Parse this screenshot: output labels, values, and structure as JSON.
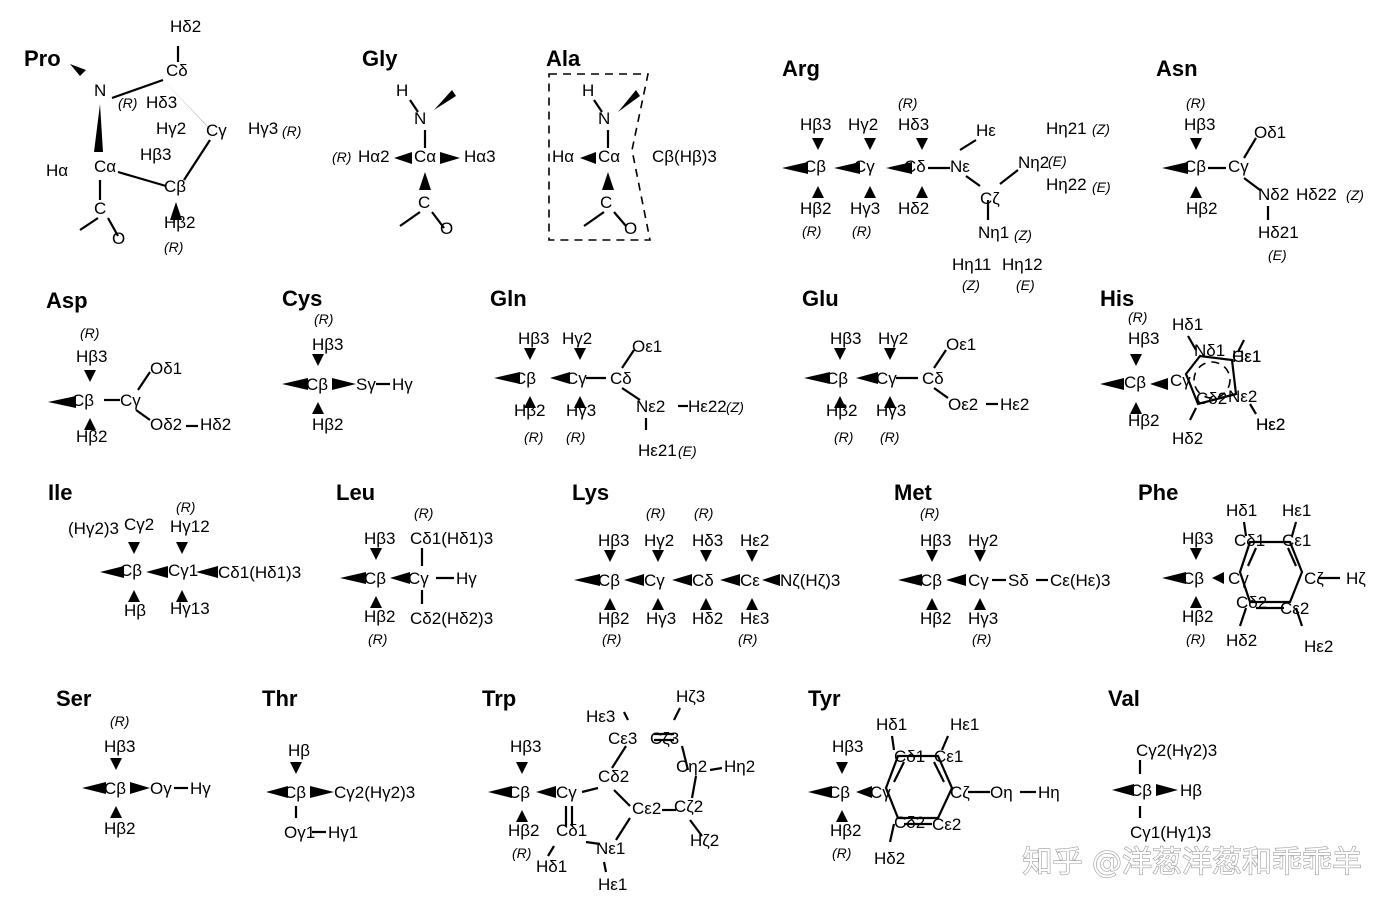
{
  "residues": [
    {
      "key": "pro",
      "name": "Pro",
      "atoms": [
        "Hδ2",
        "Cδ",
        "Hδ3",
        "N",
        "Hγ2",
        "Cγ",
        "Hγ3",
        "Hα",
        "Cα",
        "Hβ3",
        "Cβ",
        "C",
        "O",
        "Hβ2"
      ],
      "configs": [
        "(R)",
        "(R)",
        "(R)"
      ]
    },
    {
      "key": "gly",
      "name": "Gly",
      "atoms": [
        "H",
        "N",
        "Hα2",
        "Cα",
        "Hα3",
        "C",
        "O"
      ],
      "configs": [
        "(R)"
      ]
    },
    {
      "key": "ala",
      "name": "Ala",
      "atoms": [
        "H",
        "N",
        "Hα",
        "Cα",
        "Cβ(Hβ)3",
        "C",
        "O"
      ],
      "configs": []
    },
    {
      "key": "arg",
      "name": "Arg",
      "atoms": [
        "Hβ3",
        "Hγ2",
        "Hδ3",
        "Hε",
        "Hη21",
        "Cβ",
        "Cγ",
        "Cδ",
        "Nε",
        "Cζ",
        "Nη2",
        "Hη22",
        "Hβ2",
        "Hγ3",
        "Hδ2",
        "Nη1",
        "Hη11",
        "Hη12"
      ],
      "configs": [
        "(R)",
        "(Z)",
        "(E)",
        "(E)",
        "(R)",
        "(R)",
        "(Z)",
        "(Z)",
        "(E)"
      ]
    },
    {
      "key": "asn",
      "name": "Asn",
      "atoms": [
        "Hβ3",
        "Oδ1",
        "Cβ",
        "Cγ",
        "Nδ2",
        "Hδ22",
        "Hβ2",
        "Hδ21"
      ],
      "configs": [
        "(R)",
        "(Z)",
        "(E)"
      ]
    },
    {
      "key": "asp",
      "name": "Asp",
      "atoms": [
        "Hβ3",
        "Oδ1",
        "Cβ",
        "Cγ",
        "Hβ2",
        "Oδ2",
        "Hδ2"
      ],
      "configs": [
        "(R)"
      ]
    },
    {
      "key": "cys",
      "name": "Cys",
      "atoms": [
        "Hβ3",
        "Cβ",
        "Sγ",
        "Hγ",
        "Hβ2"
      ],
      "configs": [
        "(R)"
      ]
    },
    {
      "key": "gln",
      "name": "Gln",
      "atoms": [
        "Hβ3",
        "Hγ2",
        "Oε1",
        "Cβ",
        "Cγ",
        "Cδ",
        "Nε2",
        "Hε22",
        "Hβ2",
        "Hγ3",
        "Hε21"
      ],
      "configs": [
        "(Z)",
        "(R)",
        "(R)",
        "(E)"
      ]
    },
    {
      "key": "glu",
      "name": "Glu",
      "atoms": [
        "Hβ3",
        "Hγ2",
        "Oε1",
        "Cβ",
        "Cγ",
        "Cδ",
        "Oε2",
        "Hε2",
        "Hβ2",
        "Hγ3"
      ],
      "configs": [
        "(R)",
        "(R)"
      ]
    },
    {
      "key": "his",
      "name": "His",
      "atoms": [
        "Hβ3",
        "Hδ1",
        "Nδ1",
        "Hε1",
        "Cβ",
        "Cγ",
        "Cε1",
        "Nε2",
        "Hε2",
        "Hβ2",
        "Cδ2",
        "Hδ2",
        "Hε2"
      ],
      "configs": [
        "(R)"
      ]
    },
    {
      "key": "ile",
      "name": "Ile",
      "atoms": [
        "(Hγ2)3",
        "Cγ2",
        "Hγ12",
        "Cβ",
        "Cγ1",
        "Cδ1(Hδ1)3",
        "Hβ",
        "Hγ13"
      ],
      "configs": [
        "(R)"
      ]
    },
    {
      "key": "leu",
      "name": "Leu",
      "atoms": [
        "Hβ3",
        "Cδ1(Hδ1)3",
        "Cβ",
        "Cγ",
        "Hγ",
        "Hβ2",
        "Cδ2(Hδ2)3"
      ],
      "configs": [
        "(R)",
        "(R)"
      ]
    },
    {
      "key": "lys",
      "name": "Lys",
      "atoms": [
        "Hβ3",
        "Hγ2",
        "Hδ3",
        "Hε2",
        "Cβ",
        "Cγ",
        "Cδ",
        "Cε",
        "Nζ(Hζ)3",
        "Hβ2",
        "Hγ3",
        "Hδ2",
        "Hε3"
      ],
      "configs": [
        "(R)",
        "(R)",
        "(R)",
        "(R)"
      ]
    },
    {
      "key": "met",
      "name": "Met",
      "atoms": [
        "Hβ3",
        "Hγ2",
        "Cβ",
        "Cγ",
        "Sδ",
        "Cε(Hε)3",
        "Hβ2",
        "Hγ3"
      ],
      "configs": [
        "(R)",
        "(R)"
      ]
    },
    {
      "key": "phe",
      "name": "Phe",
      "atoms": [
        "Hδ1",
        "Hε1",
        "Hβ3",
        "Cδ1",
        "Cε1",
        "Cβ",
        "Cγ",
        "Cζ",
        "Hζ",
        "Hβ2",
        "Cδ2",
        "Cε2",
        "Hδ2",
        "Hε2"
      ],
      "configs": [
        "(R)"
      ]
    },
    {
      "key": "ser",
      "name": "Ser",
      "atoms": [
        "Hβ3",
        "Cβ",
        "Oγ",
        "Hγ",
        "Hβ2"
      ],
      "configs": [
        "(R)"
      ]
    },
    {
      "key": "thr",
      "name": "Thr",
      "atoms": [
        "Hβ",
        "Cβ",
        "Cγ2(Hγ2)3",
        "Oγ1",
        "Hγ1"
      ],
      "configs": []
    },
    {
      "key": "trp",
      "name": "Trp",
      "atoms": [
        "Hε3",
        "Hζ3",
        "Cε3",
        "Cζ3",
        "Hβ3",
        "Cη2",
        "Hη2",
        "Cβ",
        "Cγ",
        "Cδ2",
        "Cε2",
        "Cζ2",
        "Hβ2",
        "Cδ1",
        "Hζ2",
        "Hδ1",
        "Nε1",
        "Hε1"
      ],
      "configs": [
        "(R)"
      ]
    },
    {
      "key": "tyr",
      "name": "Tyr",
      "atoms": [
        "Hδ1",
        "Hε1",
        "Hβ3",
        "Cδ1",
        "Cε1",
        "Cβ",
        "Cγ",
        "Cζ",
        "Oη",
        "Hη",
        "Hβ2",
        "Cδ2",
        "Cε2",
        "Hδ2"
      ],
      "configs": [
        "(R)"
      ]
    },
    {
      "key": "val",
      "name": "Val",
      "atoms": [
        "Cγ2(Hγ2)3",
        "Cβ",
        "Hβ",
        "Cγ1(Hγ1)3"
      ],
      "configs": []
    }
  ],
  "watermark": "知乎 @洋葱洋葱和乖乖羊"
}
